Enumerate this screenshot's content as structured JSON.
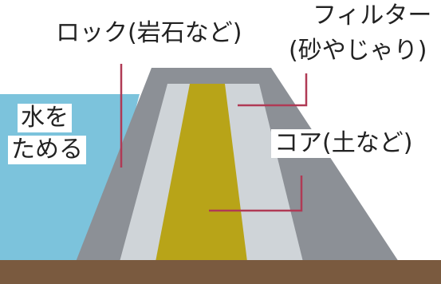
{
  "labels": {
    "rock": "ロック(岩石など)",
    "filter_line1": "フィルター",
    "filter_line2": "(砂やじゃり)",
    "water_line1": "水を",
    "water_line2": "ためる",
    "core": "コア(土など)"
  },
  "colors": {
    "water": "#7cc3dc",
    "rock": "#8c9096",
    "filter": "#cfd4d8",
    "core": "#b8a418",
    "ground": "#7a5a3f",
    "leader": "#b03a55"
  }
}
